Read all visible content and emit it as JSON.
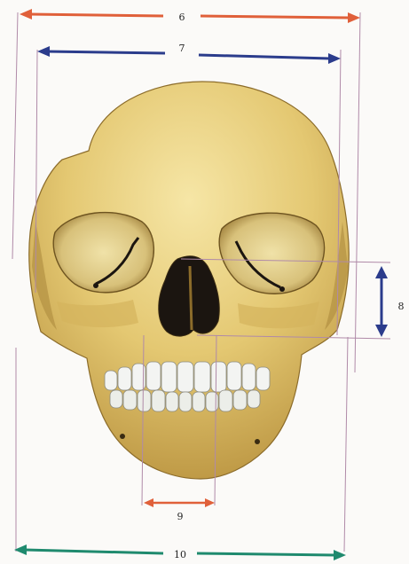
{
  "labels": {
    "m6": "6",
    "m7": "7",
    "m8": "8",
    "m9": "9",
    "m10": "10"
  },
  "colors": {
    "orange_arrow": "#e0603a",
    "navy_arrow": "#2b3c8c",
    "teal_arrow": "#1f8a6e",
    "guide_line": "#b08aa8",
    "bone_light": "#efd98e",
    "bone_mid": "#dcbd62",
    "bone_dark": "#b89240",
    "tooth": "#f3f4f2",
    "cavity": "#1b1510"
  }
}
